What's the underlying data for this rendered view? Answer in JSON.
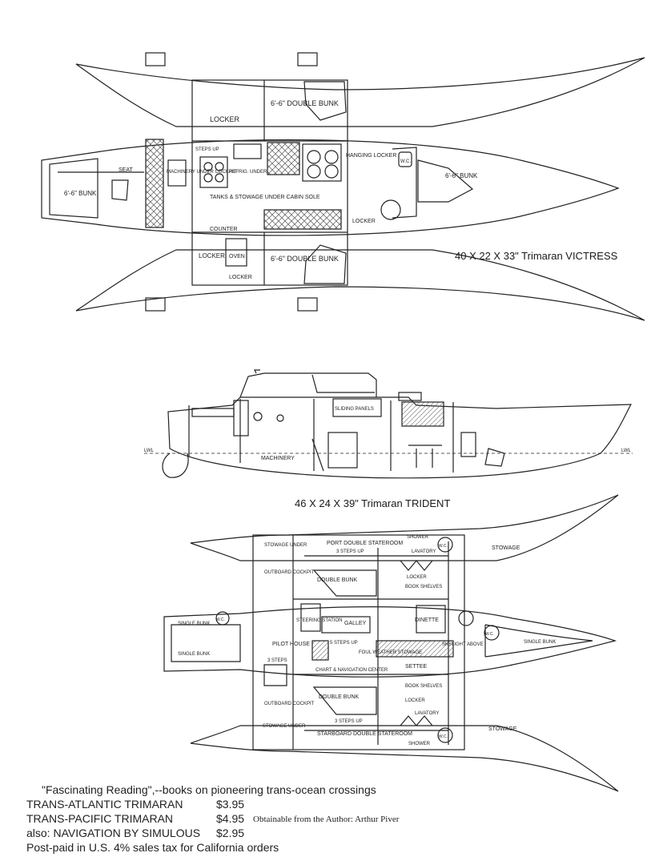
{
  "colors": {
    "ink": "#222222",
    "paper": "#ffffff",
    "hatch": "#555555"
  },
  "victress": {
    "caption": "40 X 22 X 33\" Trimaran VICTRESS",
    "labels": {
      "double_bunk_top": "6'-6\" DOUBLE BUNK",
      "double_bunk_bottom": "6'-6\" DOUBLE BUNK",
      "locker_top": "LOCKER",
      "locker_left": "LOCKER",
      "oven": "OVEN",
      "locker_bottom": "LOCKER",
      "counter": "COUNTER",
      "tanks": "TANKS & STOWAGE UNDER CABIN SOLE",
      "hanging_locker": "HANGING LOCKER",
      "locker_aft": "LOCKER",
      "wc": "W.C.",
      "bunk_left": "6'-6\" BUNK",
      "bunk_right": "6'-6\" BUNK",
      "seat": "SEAT",
      "machinery": "MACHINERY UNDER COCKPIT",
      "steps": "STEPS UP",
      "refrig": "REFRIG. UNDER"
    }
  },
  "trident_profile": {
    "caption": "46 X 24 X 39\" Trimaran TRIDENT",
    "labels": {
      "machinery": "MACHINERY",
      "lwl_left": "LWL",
      "lwl_right": "LWL",
      "sliding_panels": "SLIDING PANELS"
    }
  },
  "trident_plan": {
    "labels": {
      "port_stateroom": "PORT DOUBLE STATEROOM",
      "starboard_stateroom": "STARBOARD DOUBLE STATEROOM",
      "shower_top": "SHOWER",
      "shower_bottom": "SHOWER",
      "stowage_top_right": "STOWAGE",
      "stowage_bottom_right": "STOWAGE",
      "stowage_under_top": "STOWAGE UNDER",
      "stowage_under_bottom": "STOWAGE UNDER",
      "outboard_cockpit_top": "OUTBOARD COCKPIT",
      "outboard_cockpit_bottom": "OUTBOARD COCKPIT",
      "steps_up_top": "3 STEPS UP",
      "steps_up_bottom": "3 STEPS UP",
      "lavatory_top": "LAVATORY",
      "lavatory_bottom": "LAVATORY",
      "locker_top": "LOCKER",
      "locker_bottom": "LOCKER",
      "book_shelves_top": "BOOK SHELVES",
      "book_shelves_bottom": "BOOK SHELVES",
      "double_bunk_top": "DOUBLE BUNK",
      "double_bunk_bottom": "DOUBLE BUNK",
      "steering": "STEERING STATION",
      "galley": "GALLEY",
      "dinette": "DINETTE",
      "pilot_house": "PILOT HOUSE",
      "five_steps": "5 STEPS UP",
      "foul_weather": "FOUL WEATHER STOWAGE",
      "skylight": "SKYLIGHT ABOVE",
      "chart_table": "CHART & NAVIGATION CENTER",
      "settee": "SETTEE",
      "single_bunk_a": "SINGLE BUNK",
      "single_bunk_b": "SINGLE BUNK",
      "single_bunk_fwd": "SINGLE BUNK",
      "wc_left": "W.C.",
      "wc_top": "W.C.",
      "wc_bottom": "W.C.",
      "wc_fwd": "W.C.",
      "three_steps_left": "3 STEPS"
    }
  },
  "footer": {
    "headline": "\"Fascinating Reading\",--books on pioneering trans-ocean crossings",
    "books": [
      {
        "title": "TRANS-ATLANTIC TRIMARAN",
        "price": "$3.95"
      },
      {
        "title": "TRANS-PACIFIC TRIMARAN",
        "price": "$4.95"
      },
      {
        "title": "also: NAVIGATION BY SIMULOUS",
        "price": "$2.95"
      }
    ],
    "postage": "Post-paid in U.S. 4% sales tax for California orders",
    "author_note": "Obtainable from the Author: Arthur Piver"
  }
}
